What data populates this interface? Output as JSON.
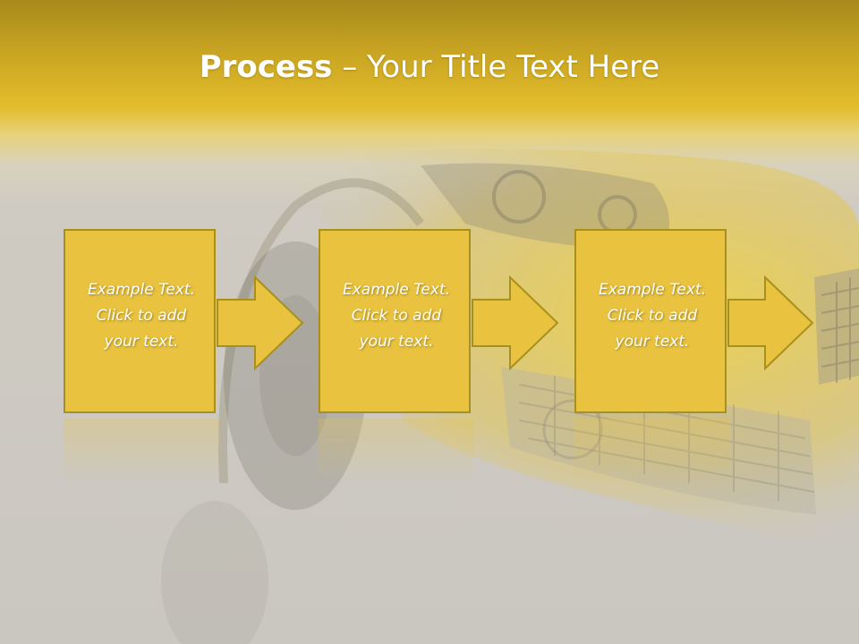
{
  "title": {
    "bold": "Process",
    "rest": " – Your Title Text Here"
  },
  "steps": [
    {
      "line1": "Example Text.",
      "line2": "Click  to add",
      "line3": "your text."
    },
    {
      "line1": "Example Text.",
      "line2": "Click  to add",
      "line3": "your text."
    },
    {
      "line1": "Example Text.",
      "line2": "Click  to add",
      "line3": "your text."
    }
  ],
  "colors": {
    "box_fill": "#e9c33f",
    "box_border": "#a8901e",
    "banner": "#c9a522",
    "background": "#cac7c1"
  }
}
